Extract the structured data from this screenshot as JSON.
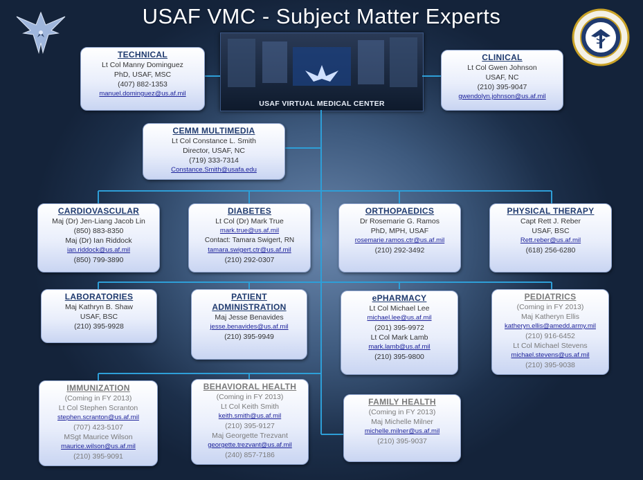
{
  "title": "USAF VMC - Subject Matter Experts",
  "banner": {
    "text": "USAF VIRTUAL MEDICAL CENTER"
  },
  "colors": {
    "background": "#1c2f4a",
    "line": "#2e9fd8",
    "heading": "#1f3a6e",
    "email": "#1a1f99"
  },
  "icons": {
    "left_logo": "air-force-wing-symbol-icon",
    "right_logo": "medical-service-seal-icon"
  },
  "boxes": {
    "technical": {
      "heading": "TECHNICAL",
      "lines": [
        "Lt Col Manny Dominguez",
        "PhD, USAF,  MSC",
        "(407) 882-1353"
      ],
      "email": "manuel.dominguez@us.af.mil"
    },
    "clinical": {
      "heading": "CLINICAL",
      "lines": [
        "Lt Col Gwen Johnson",
        "USAF, NC",
        "(210) 395-9047"
      ],
      "email": "gwendolyn.johnson@us.af.mil"
    },
    "cemm": {
      "heading": "CEMM MULTIMEDIA",
      "lines": [
        "Lt Col Constance L. Smith",
        "Director, USAF, NC",
        "(719) 333-7314"
      ],
      "email": "Constance.Smith@usafa.edu"
    },
    "cardio": {
      "heading": "CARDIOVASCULAR",
      "l1": "Maj (Dr) Jen-Liang Jacob Lin",
      "l2": "(850) 883-8350",
      "l3": "Maj (Dr) Ian Riddock",
      "email": "ian.riddock@us.af.mil",
      "l4": "(850) 799-3890"
    },
    "diabetes": {
      "heading": "DIABETES",
      "l1": "Lt Col (Dr) Mark True",
      "email1": "mark.true@us.af.mil",
      "l2": "Contact: Tamara Swigert, RN",
      "email2": "tamara.swigert.ctr@us.af.mil",
      "l3": "(210) 292-0307"
    },
    "ortho": {
      "heading": "ORTHOPAEDICS",
      "l1": "Dr Rosemarie G. Ramos",
      "l2": "PhD, MPH, USAF",
      "email": "rosemarie.ramos.ctr@us.af.mil",
      "l3": "(210) 292-3492"
    },
    "pt": {
      "heading": "PHYSICAL THERAPY",
      "l1": "Capt Rett J. Reber",
      "l2": "USAF, BSC",
      "email": "Rett.reber@us.af.mil",
      "l3": "(618) 256-6280"
    },
    "labs": {
      "heading": "LABORATORIES",
      "lines": [
        "Maj Kathryn B. Shaw",
        "USAF, BSC",
        "(210) 395-9928"
      ]
    },
    "patient": {
      "heading1": "PATIENT",
      "heading2": "ADMINISTRATION",
      "l1": "Maj Jesse Benavides",
      "email": "jesse.benavides@us.af.mil",
      "l2": "(210) 395-9949"
    },
    "epharm": {
      "heading": "ePHARMACY",
      "l1": "Lt Col Michael Lee",
      "email1": "michael.lee@us.af.mil",
      "l2": "(201) 395-9972",
      "l3": "Lt Col Mark Lamb",
      "email2": "mark.lamb@us.af.mil",
      "l4": "(210) 395-9800"
    },
    "peds": {
      "heading": "PEDIATRICS",
      "l1": "(Coming in FY 2013)",
      "l2": "Maj Katheryn Ellis",
      "email1": "katheryn.ellis@amedd.army.mil",
      "l3": "(210) 916-6452",
      "l4": "Lt Col Michael Stevens",
      "email2": "michael.stevens@us.af.mil",
      "l5": "(210) 395-9038"
    },
    "immun": {
      "heading": "IMMUNIZATION",
      "l1": "(Coming in FY 2013)",
      "l2": "Lt Col Stephen Scranton",
      "email1": "stephen.scranton@us.af.mil",
      "l3": "(707) 423-5107",
      "l4": "MSgt Maurice Wilson",
      "email2": "maurice.wilson@us.af.mil",
      "l5": "(210) 395-9091"
    },
    "behav": {
      "heading": "BEHAVIORAL HEALTH",
      "l1": "(Coming in FY 2013)",
      "l2": "Lt Col Keith Smith",
      "email1": "keith.smith@us.af.mil",
      "l3": "(210) 395-9127",
      "l4": "Maj Georgette Trezvant",
      "email2": "georgette.trezvant@us.af.mil",
      "l5": "(240) 857-7186"
    },
    "family": {
      "heading": "FAMILY HEALTH",
      "l1": "(Coming in FY 2013)",
      "l2": "Maj Michelle Milner",
      "email": "michelle.milner@us.af.mil",
      "l3": "(210) 395-9037"
    }
  }
}
